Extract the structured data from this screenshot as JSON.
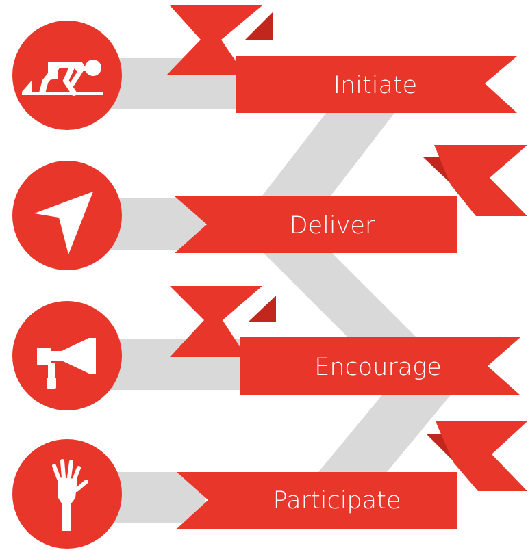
{
  "colors": {
    "accent": "#e9362b",
    "accent_dark": "#c2271e",
    "connector": "#d9d9d9",
    "icon": "#ffffff"
  },
  "steps": [
    {
      "label": "Initiate",
      "icon": "runner-starting-icon"
    },
    {
      "label": "Deliver",
      "icon": "navigation-arrow-icon"
    },
    {
      "label": "Encourage",
      "icon": "megaphone-icon"
    },
    {
      "label": "Participate",
      "icon": "raised-hand-icon"
    }
  ]
}
